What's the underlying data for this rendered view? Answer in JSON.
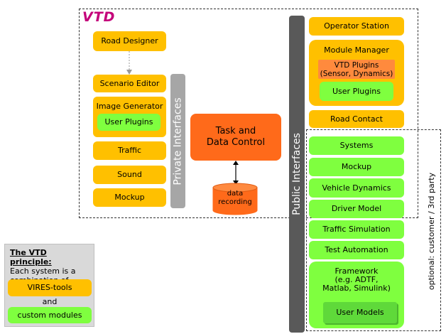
{
  "logo": "VTD",
  "left_boxes": {
    "road_designer": "Road Designer",
    "scenario_editor": "Scenario Editor",
    "image_generator": "Image Generator",
    "ig_user_plugins": "User Plugins",
    "traffic": "Traffic",
    "sound": "Sound",
    "mockup": "Mockup"
  },
  "private_interfaces": "Private Interfaces",
  "public_interfaces": "Public Interfaces",
  "task_control": "Task and\nData Control",
  "data_recording": "data\nrecording",
  "right_top": {
    "operator_station": "Operator Station",
    "module_manager": "Module Manager",
    "vtd_plugins": "VTD Plugins\n(Sensor, Dynamics)",
    "mm_user_plugins": "User Plugins",
    "road_contact": "Road Contact"
  },
  "right_bottom": {
    "systems": "Systems",
    "mockup": "Mockup",
    "vehicle_dynamics": "Vehicle Dynamics",
    "driver_model": "Driver Model",
    "traffic_simulation": "Traffic Simulation",
    "test_automation": "Test Automation",
    "framework": "Framework\n(e.g. ADTF,\nMatlab, Simulink)",
    "user_models": "User Models"
  },
  "optional_note": "optional: customer / 3rd party",
  "legend": {
    "title": "The VTD principle:",
    "line1": "Each system is a",
    "line2": "combination of",
    "vires_tools": "VIRES-tools",
    "and": "and",
    "custom_modules": "custom modules"
  },
  "colors": {
    "vires_tools": "#ffc000",
    "custom_modules": "#7fff3f",
    "core": "#ff6a1a",
    "interface_bar": "#a6a6a6",
    "logo": "#c4007a"
  }
}
